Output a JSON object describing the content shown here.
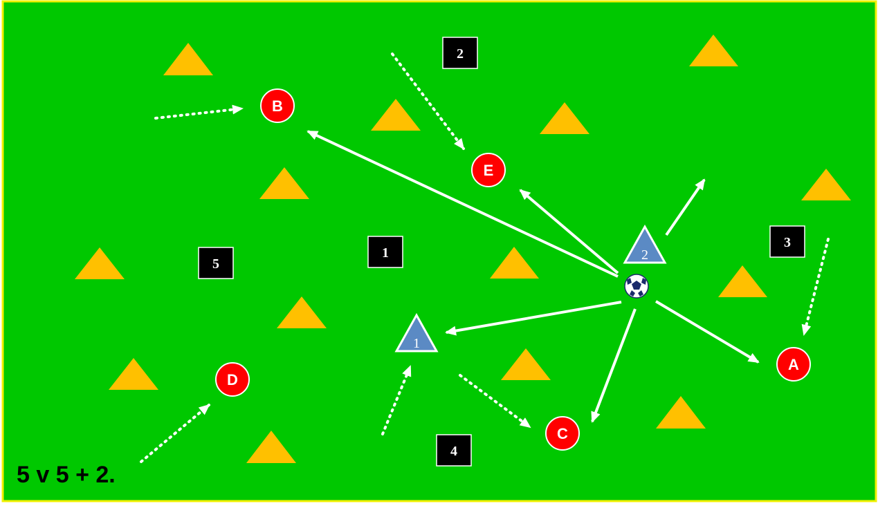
{
  "caption": "5 v 5 + 2.",
  "colors": {
    "pitch": "#00c800",
    "border": "#f0f000",
    "cone": "#ffc000",
    "player": "#ff0000",
    "neutral": "#5b8ac4",
    "arrow": "#ffffff",
    "marker_bg": "#000000"
  },
  "players": [
    {
      "id": "player-a",
      "label": "A"
    },
    {
      "id": "player-b",
      "label": "B"
    },
    {
      "id": "player-c",
      "label": "C"
    },
    {
      "id": "player-d",
      "label": "D"
    },
    {
      "id": "player-e",
      "label": "E"
    }
  ],
  "neutrals": [
    {
      "id": "neutral-1",
      "label": "1"
    },
    {
      "id": "neutral-2",
      "label": "2"
    }
  ],
  "markers": [
    {
      "id": "marker-1",
      "label": "1"
    },
    {
      "id": "marker-2",
      "label": "2"
    },
    {
      "id": "marker-3",
      "label": "3"
    },
    {
      "id": "marker-4",
      "label": "4"
    },
    {
      "id": "marker-5",
      "label": "5"
    }
  ],
  "ball_icon": "soccer-ball-icon",
  "cone_icon": "cone-icon"
}
